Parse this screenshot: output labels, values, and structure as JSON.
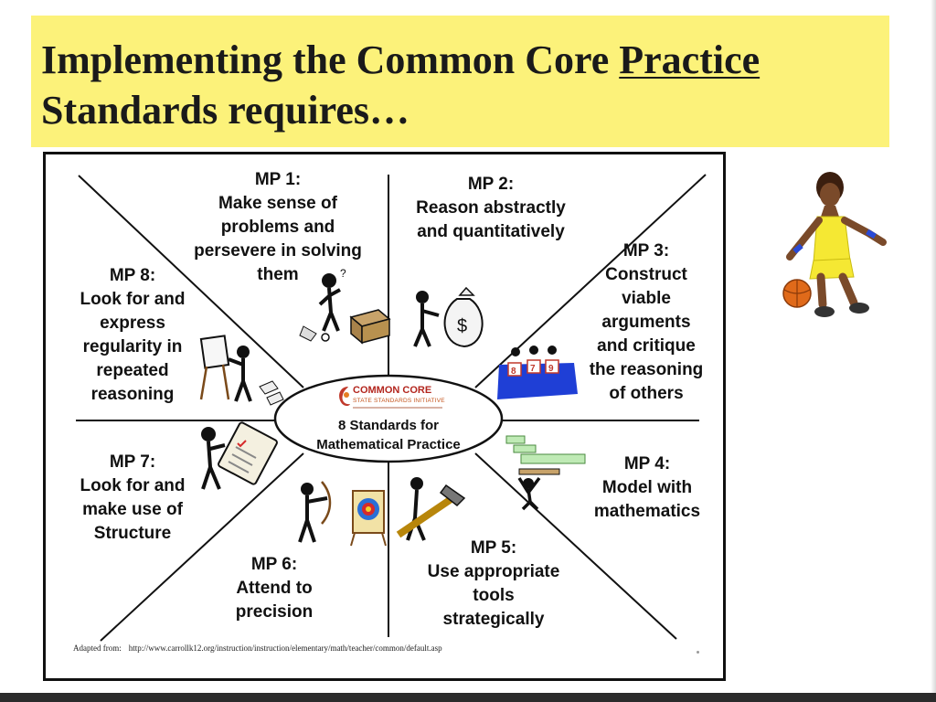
{
  "title": {
    "line1_prefix": "Implementing the Common Core ",
    "line1_underlined": "Practice",
    "line2": "Standards requires…"
  },
  "diagram": {
    "center": {
      "logo_main": "COMMON CORE",
      "logo_sub": "STATE STANDARDS INITIATIVE",
      "line1": "8 Standards for",
      "line2": "Mathematical Practice"
    },
    "mp1": {
      "lines": [
        "MP 1:",
        "Make sense of",
        "problems and",
        "persevere in solving",
        "them"
      ]
    },
    "mp2": {
      "lines": [
        "MP 2:",
        "Reason abstractly",
        "and quantitatively"
      ]
    },
    "mp3": {
      "lines": [
        "MP 3:",
        "Construct",
        "viable",
        "arguments",
        "and critique",
        "the reasoning",
        "of others"
      ]
    },
    "mp4": {
      "lines": [
        "MP 4:",
        "Model with",
        "mathematics"
      ]
    },
    "mp5": {
      "lines": [
        "MP 5:",
        "Use appropriate",
        "tools",
        "strategically"
      ]
    },
    "mp6": {
      "lines": [
        "MP 6:",
        "Attend to",
        "precision"
      ]
    },
    "mp7": {
      "lines": [
        "MP 7:",
        "Look for and",
        "make use of",
        "Structure"
      ]
    },
    "mp8": {
      "lines": [
        "MP 8:",
        "Look for and",
        "express",
        "regularity in",
        "repeated",
        "reasoning"
      ]
    },
    "footnote_label": "Adapted from:",
    "footnote_url": "http://www.carrollk12.org/instruction/instruction/elementary/math/teacher/common/default.asp",
    "money_symbol": "$",
    "judge_cards": [
      "8",
      "7",
      "9"
    ]
  },
  "colors": {
    "title_bg": "#fcf27a",
    "logo_red": "#b3261e",
    "judge_table": "#1f3fd6",
    "model_green": "#bfeab5"
  }
}
